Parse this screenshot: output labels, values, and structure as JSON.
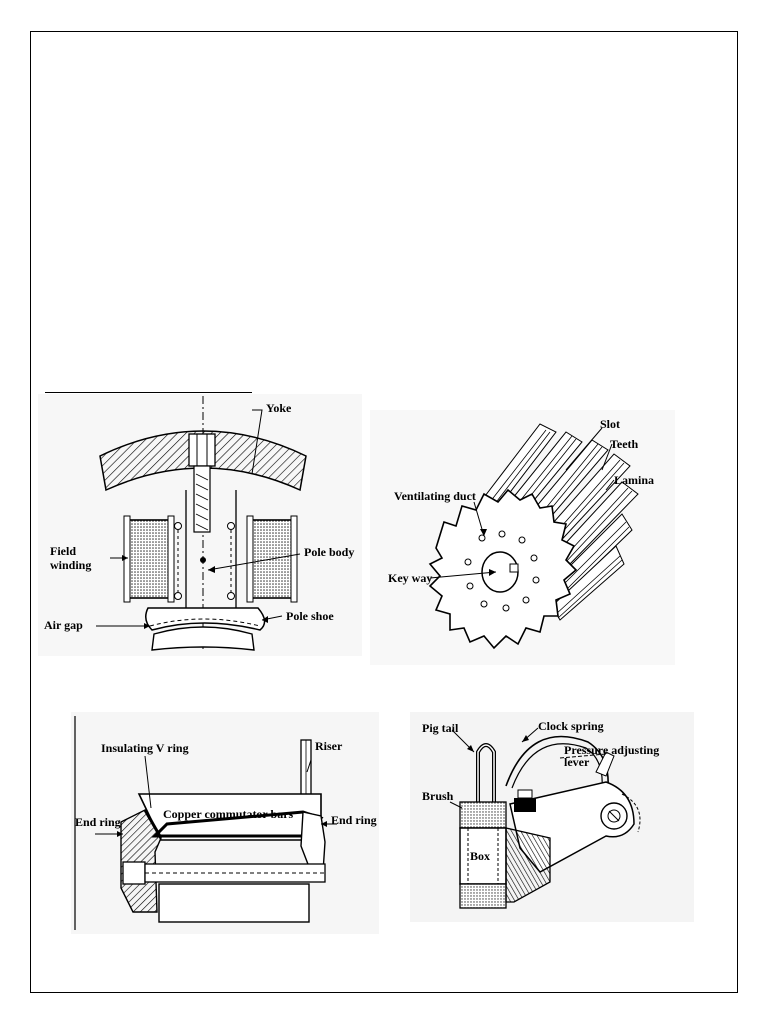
{
  "figures": {
    "pole": {
      "yoke": "Yoke",
      "field_winding": "Field winding",
      "pole_body": "Pole body",
      "air_gap": "Air gap",
      "pole_shoe": "Pole shoe"
    },
    "armature": {
      "slot": "Slot",
      "teeth": "Teeth",
      "lamina": "Lamina",
      "ventilating_duct": "Ventilating duct",
      "key_way": "Key way"
    },
    "commutator": {
      "insulating_v_ring": "Insulating V ring",
      "riser": "Riser",
      "copper_bars": "Copper commutator bars",
      "end_ring_left": "End ring",
      "end_ring_right": "End ring"
    },
    "brush": {
      "pig_tail": "Pig tail",
      "clock_spring": "Clock spring",
      "pressure_lever": "Pressure adjusting lever",
      "brush": "Brush",
      "box": "Box"
    }
  },
  "colors": {
    "line": "#000000",
    "frame": "#000000",
    "background": "#ffffff"
  }
}
